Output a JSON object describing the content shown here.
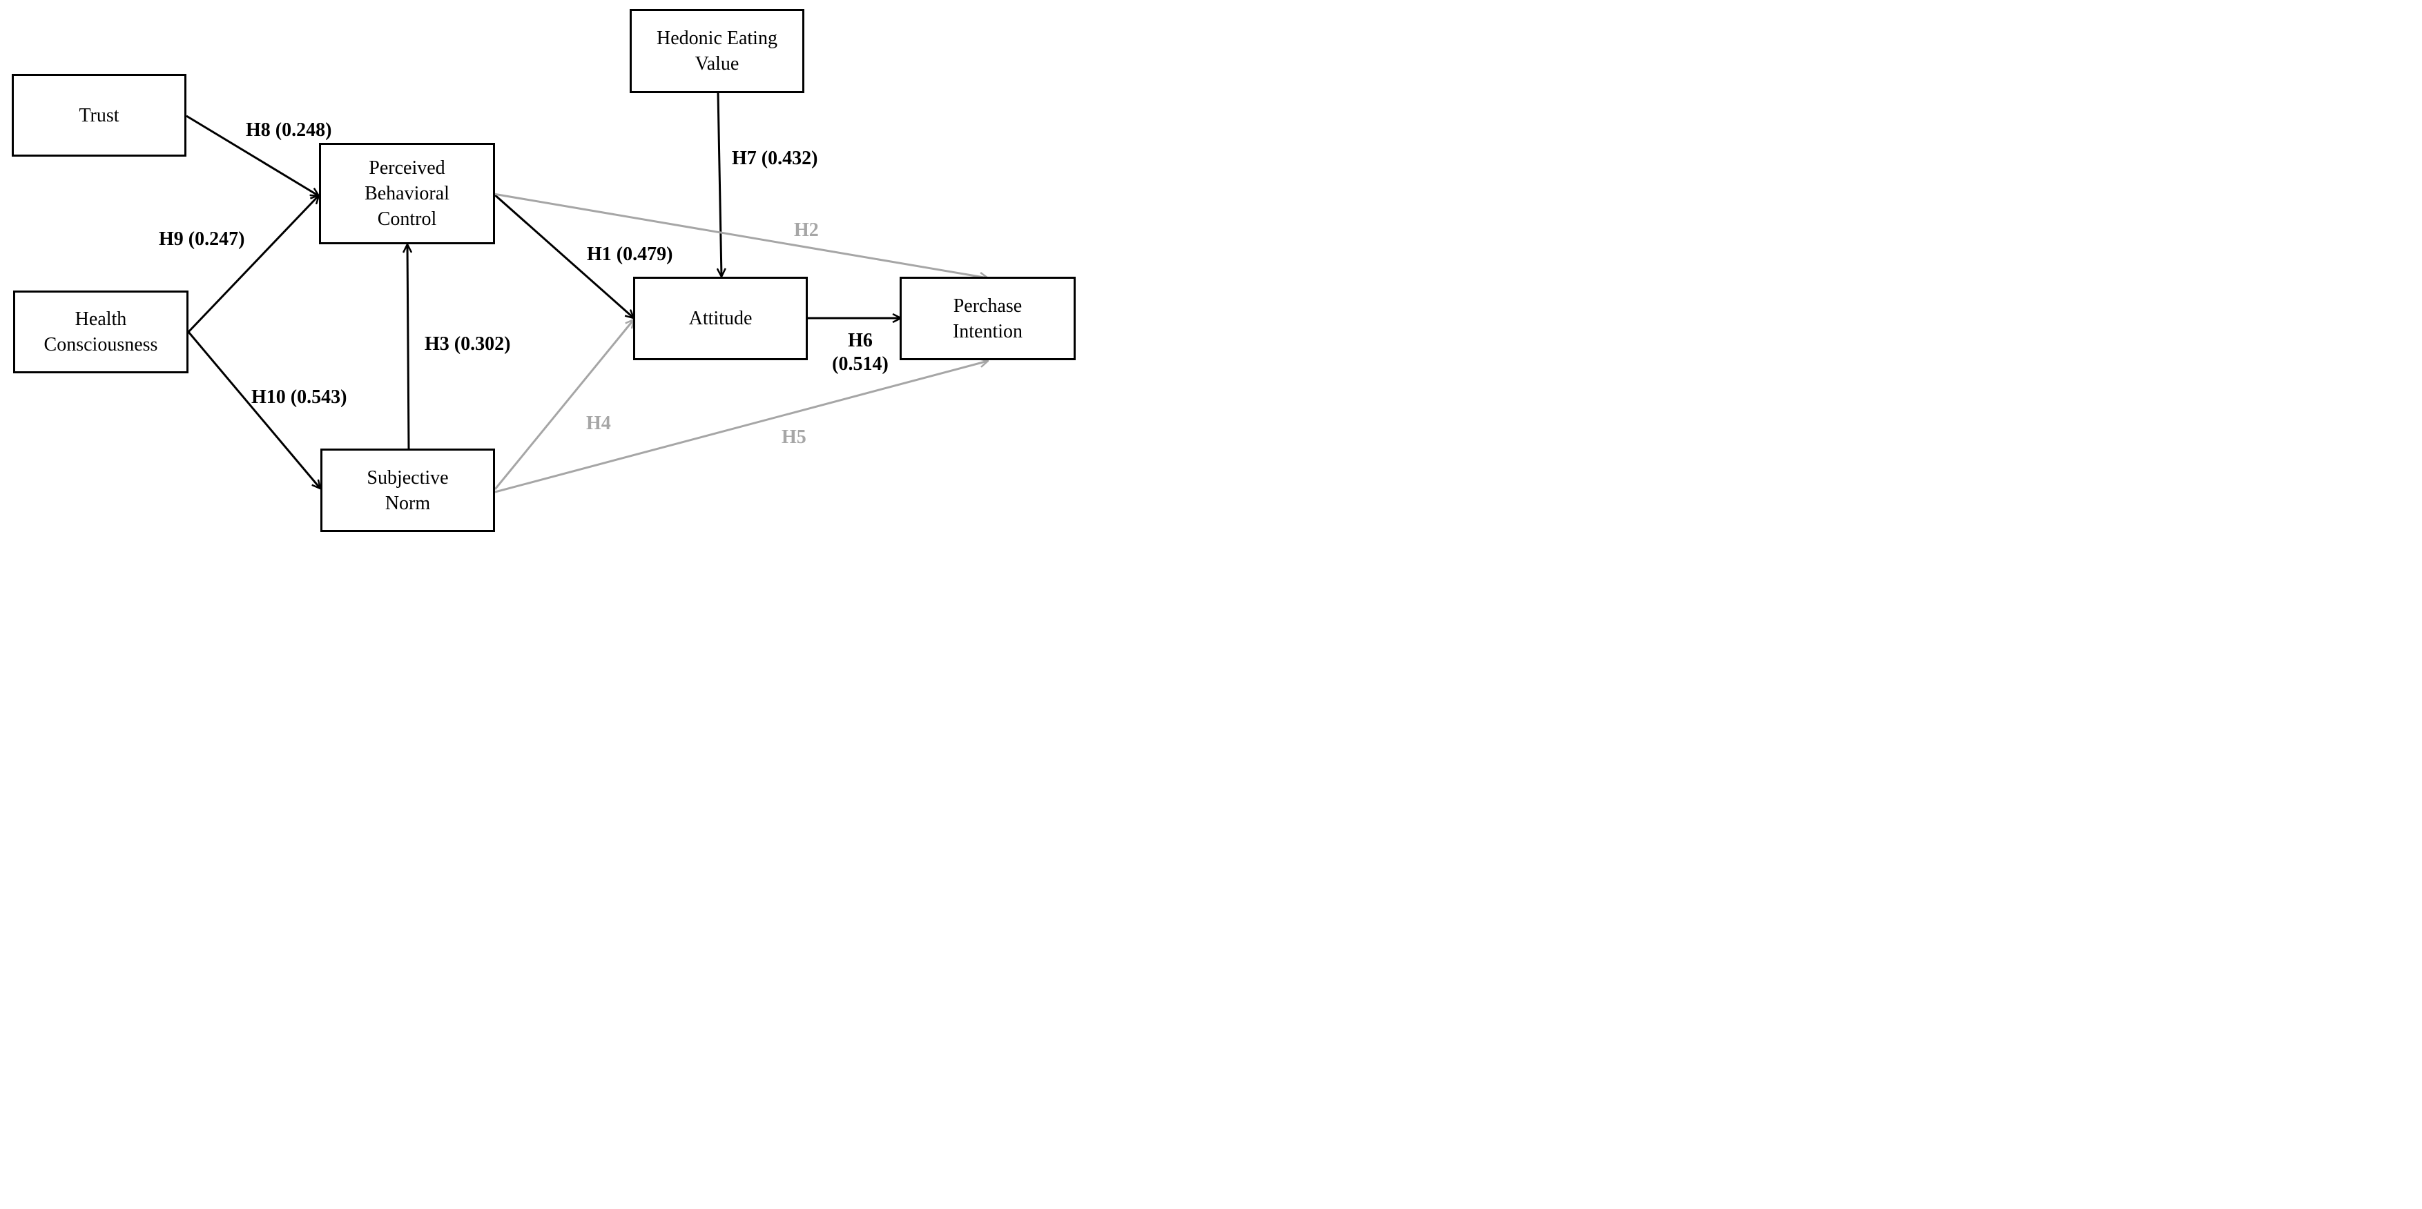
{
  "nodes": {
    "trust": "Trust",
    "hedonic_line1": "Hedonic Eating",
    "hedonic_line2": "Value",
    "pbc_line1": "Perceived",
    "pbc_line2": "Behavioral",
    "pbc_line3": "Control",
    "health_line1": "Health",
    "health_line2": "Consciousness",
    "attitude": "Attitude",
    "intention_line1": "Perchase",
    "intention_line2": "Intention",
    "sn_line1": "Subjective",
    "sn_line2": "Norm"
  },
  "paths": {
    "h1": "H1 (0.479)",
    "h2": "H2",
    "h3": "H3 (0.302)",
    "h4": "H4",
    "h5": "H5",
    "h6_line1": "H6",
    "h6_line2": "(0.514)",
    "h7": "H7 (0.432)",
    "h8": "H8 (0.248)",
    "h9": "H9 (0.247)",
    "h10": "H10 (0.543)"
  },
  "colors": {
    "significant_path": "#000000",
    "non_significant_path": "#a6a6a6",
    "box_border": "#000000"
  }
}
